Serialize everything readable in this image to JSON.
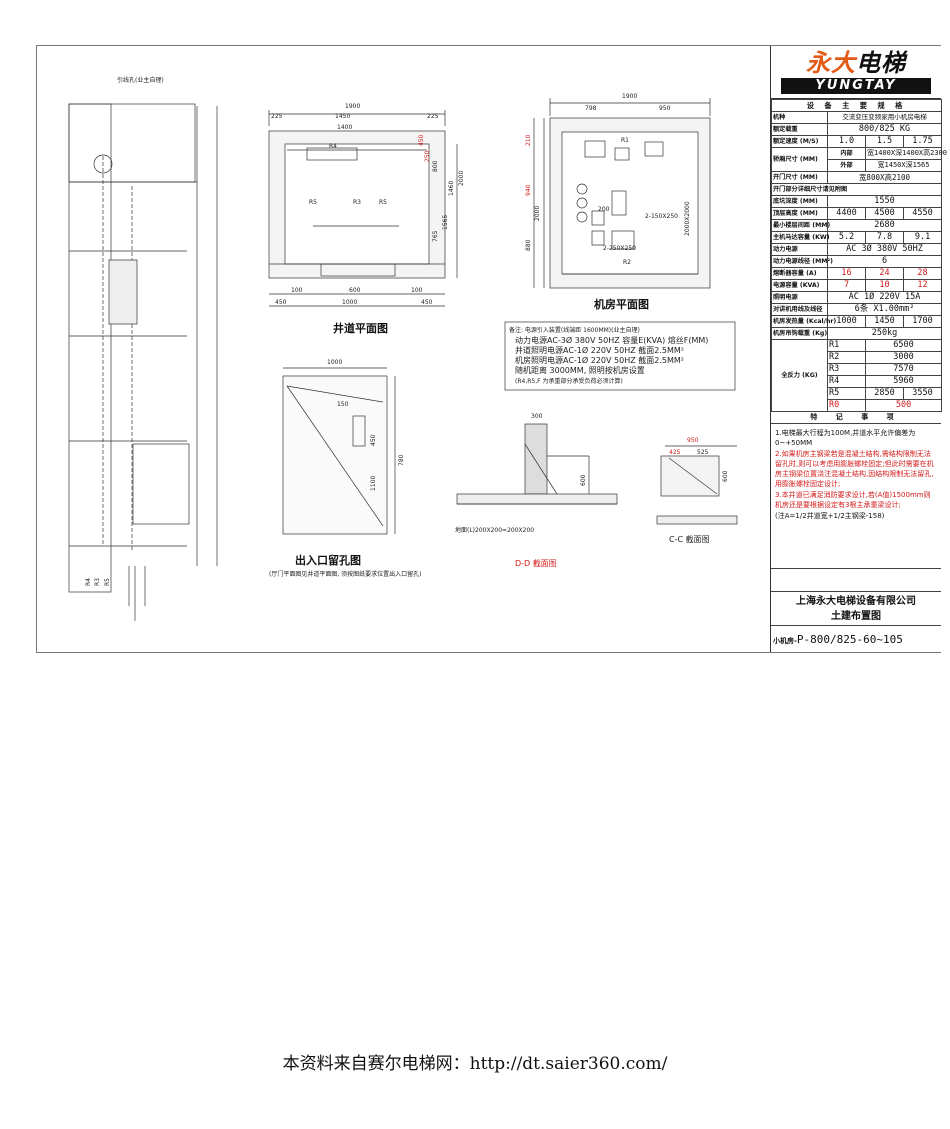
{
  "views": {
    "shaft_plan_title": "井道平面图",
    "machine_room_title": "机房平面图",
    "entrance_title": "出入口留孔图",
    "entrance_sub": "(厅门平面图见井道平面图, 须按图纸要求位置出入口留孔)",
    "dd_title": "D-D 截面图",
    "cc_title": "C-C 截面图"
  },
  "shaft_dims": {
    "total_width": "1900",
    "door_width": "1450",
    "car_width": "1400",
    "side_left": "225",
    "side_right": "225",
    "r4": "R4",
    "r5": "R5",
    "r3": "R3",
    "bottom_left": "450",
    "bottom_mid": "1000",
    "bottom_right": "450",
    "sill_left": "100",
    "sill_mid": "600",
    "sill_right": "100",
    "h_2000": "2000",
    "h_1460": "1460",
    "h_1565": "1565",
    "h_800": "800",
    "h_765": "765",
    "dim_250": "250",
    "dim_450": "450"
  },
  "room_dims": {
    "total": "1900",
    "left": "798",
    "right": "950",
    "r1": "R1",
    "r2": "R2",
    "dim_2000": "2000",
    "dim_880": "880",
    "dim_940": "940",
    "dim_210": "210",
    "hook": "2-150X250",
    "hook2": "2-250X250",
    "dim_200": "200",
    "dim_2000b": "2000X2000"
  },
  "entrance_dims": {
    "w1000": "1000",
    "d150": "150",
    "d450": "450",
    "d1100": "1100",
    "d780": "780"
  },
  "section_dims": {
    "dd_300": "300",
    "dd_600": "600",
    "dd_note": "地面(L)200X200=200X200",
    "cc_950": "950",
    "cc_425": "425",
    "cc_525": "525",
    "cc_600": "600"
  },
  "power_note": {
    "title": "备注: 电源引入装置(线端距 1600MM)(业主自理)",
    "l1": "动力电源AC-3Ø 380V 50HZ 容量E(KVA) 熔丝F(MM)",
    "l2": "井道照明电源AC-1Ø 220V 50HZ 截面2.5MM²",
    "l3": "机房照明电源AC-1Ø 220V 50HZ 截面2.5MM²",
    "l4": "随机距离 3000MM, 照明按机房设置",
    "l5": "(R4,R5,F 为承重部分承受负荷必须计算)"
  },
  "elevation": {
    "top_note": "引线孔(业主自理)",
    "r4": "R4",
    "r3": "R3",
    "r5": "R5"
  },
  "logo": {
    "cn_a": "永大",
    "cn_b": "电梯",
    "en": "YUNGTAY"
  },
  "spec_table": {
    "header": "设 备 主 要 规 格",
    "model_k": "机种",
    "model_v": "交流变压变频家用小机房电梯",
    "load_k": "额定载重",
    "load_v": "800/825 KG",
    "speed_k": "额定速度 (M/S)",
    "speed": [
      "1.0",
      "1.5",
      "1.75"
    ],
    "car_k": "轿厢尺寸 (MM)",
    "car_in_k": "内部",
    "car_in_v": "宽1400X深1400X高2300",
    "car_out_k": "外部",
    "car_out_v": "宽1450X深1565",
    "door_k": "开门尺寸 (MM)",
    "door_v": "宽800X高2100",
    "door_note": "开门部分详细尺寸请见附图",
    "pit_k": "底坑深度 (MM)",
    "pit_v": "1550",
    "oh_k": "顶层高度 (MM)",
    "oh": [
      "4400",
      "4500",
      "4550"
    ],
    "floor_k": "最小楼层间距 (MM)",
    "floor_v": "2680",
    "motor_k": "主机马达容量 (KW)",
    "motor": [
      "5.2",
      "7.8",
      "9.1"
    ],
    "power_k": "动力电源",
    "power_v": "AC 3Ø 380V 50HZ",
    "wire_k": "动力电源线径 (MM²)",
    "wire_v": "6",
    "fuse_k": "熔断器容量 (A)",
    "fuse": [
      "16",
      "24",
      "28"
    ],
    "cap_k": "电源容量 (KVA)",
    "cap": [
      "7",
      "10",
      "12"
    ],
    "light_k": "照明电源",
    "light_v": "AC 1Ø 220V 15A",
    "phone_k": "对讲机用线及线径",
    "phone_v": "6条 X1.00mm²",
    "heat_k": "机房发热量 (Kcal/hr)",
    "heat": [
      "1000",
      "1450",
      "1700"
    ],
    "hoist_k": "机房吊钩载重 (Kg)",
    "hoist_v": "250kg",
    "react_k": "全反力 (KG)",
    "r1_k": "R1",
    "r1_v": "6500",
    "r2_k": "R2",
    "r2_v": "3000",
    "r3_k": "R3",
    "r3_v": "7570",
    "r4_k": "R4",
    "r4_v": "5960",
    "r5_k": "R5",
    "r5_a": "2850",
    "r5_b": "3550",
    "r0_k": "R0",
    "r0_v": "500"
  },
  "notes": {
    "header": "特 记 事 项",
    "n1": "1.电梯最大行程为100M,井道水平允许偏差为0~+50MM",
    "n2": "2.如果机房主钢梁若是混凝土结构,需结构限制无法留孔时,则可以考虑用膨胀螺栓固定;但此时需要在机房主钢梁位置浇注混凝土结构,因结构限制无法留孔,用膨胀螺栓固定设计;",
    "n3": "3.本井道已满足消防要求设计,若(A值)1500mm则机房还是要根据设定有3根主承重梁设计;",
    "n4": "(注A=1/2井道宽+1/2主钢梁-158)"
  },
  "company": {
    "name": "上海永大电梯设备有限公司",
    "title": "土建布置图"
  },
  "drawing_no": {
    "prefix": "小机房-",
    "code": "P-800/825-60~105"
  },
  "footer": "本资料来自赛尔电梯网：http://dt.saier360.com/"
}
